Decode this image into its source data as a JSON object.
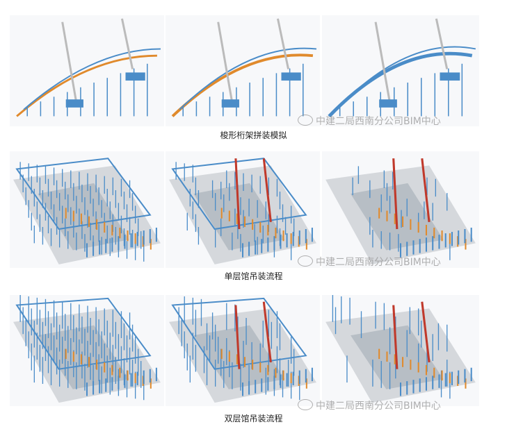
{
  "rows": [
    {
      "caption": "梭形桁架拼装模拟",
      "watermark": "中建二局西南分公司BIM中心",
      "scene": "truss-arch-assembly"
    },
    {
      "caption": "单层馆吊装流程",
      "watermark": "中建二局西南分公司BIM中心",
      "scene": "single-storey-hall-lifting"
    },
    {
      "caption": "双层馆吊装流程",
      "watermark": "中建二局西南分公司BIM中心",
      "scene": "two-storey-hall-lifting"
    }
  ],
  "colors": {
    "steel": "#4a8cc8",
    "crane": "#c0392b",
    "orange": "#e08a2c",
    "slab": "#d5d8dc"
  }
}
